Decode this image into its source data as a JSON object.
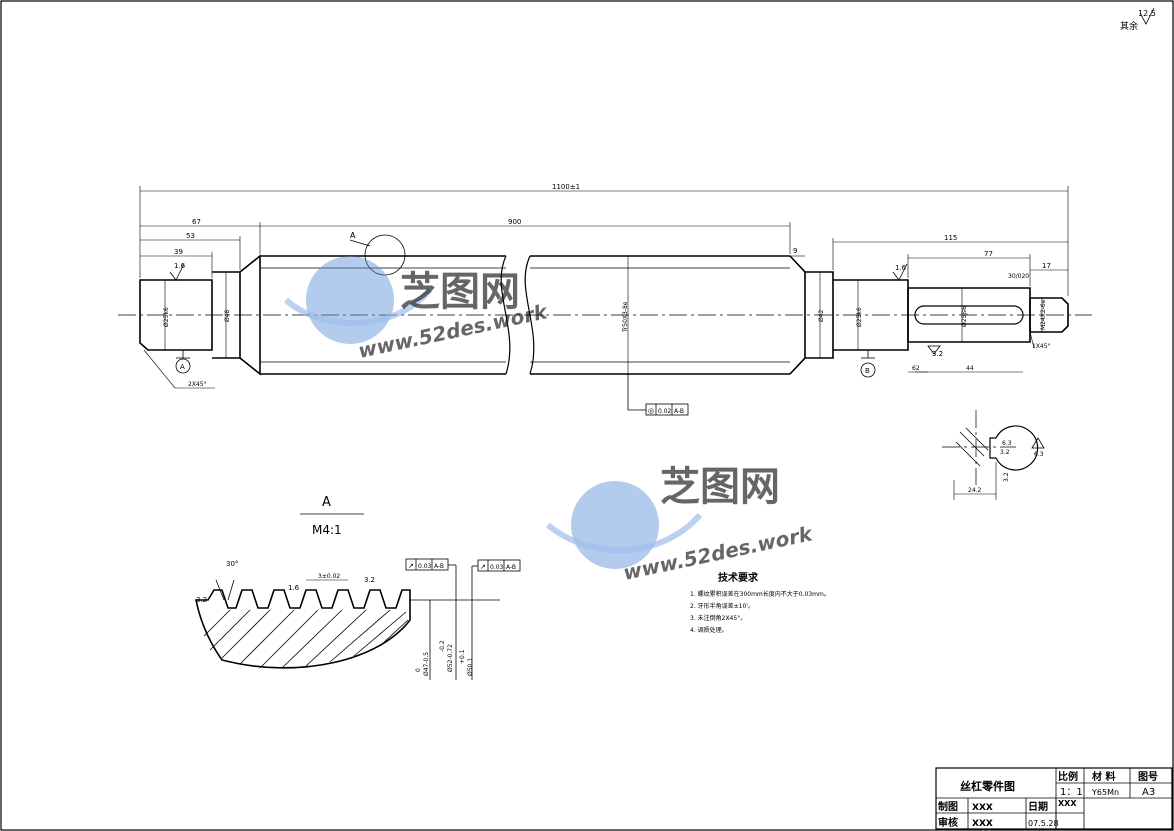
{
  "roughness_note": {
    "value": "12.5",
    "label": "其余"
  },
  "dimensions": {
    "overall": "1100±1",
    "d67": "67",
    "d53": "53",
    "d39": "39",
    "d900": "900",
    "d9": "9",
    "d115": "115",
    "d77": "77",
    "d17": "17",
    "d30": "30/020",
    "d62": "62",
    "d44": "44",
    "chamfer_left": "2X45°",
    "chamfer_right": "1X45°",
    "dia_left1": "Ø25k6",
    "dia_left2": "Ø48",
    "dia_thread": "Tr50X3-8e",
    "dia_right1": "Ø42",
    "dia_right2": "Ø25k6",
    "dia_key": "Ø25js6",
    "thread_right": "M24X2-6e",
    "rough_1": "1.6",
    "rough_2": "1.6",
    "rough_3": "3.2"
  },
  "datums": {
    "a": "A",
    "b": "B"
  },
  "tolerance_main": {
    "sym": "◎",
    "val": "0.02",
    "ref": "A-B"
  },
  "section": {
    "width": "24.2",
    "depth": "3.2",
    "rough": "6.3",
    "rough2": "6.3",
    "key": "3.2"
  },
  "detail": {
    "label": "A",
    "scale": "M4:1",
    "callout": "A",
    "angle": "30°",
    "rough_a": "3.2",
    "rough_b": "1.6",
    "rough_c": "3.2",
    "pitch": "3±0.02",
    "tol1": {
      "sym": "↗",
      "val": "0.03",
      "ref": "A-B"
    },
    "tol2": {
      "sym": "↗",
      "val": "0.03",
      "ref": "A-B"
    },
    "dim1": "Ø47-0.5",
    "dim1b": "0",
    "dim2": "Ø52-0.72",
    "dim2b": "-0.2",
    "dim3": "Ø50.1",
    "dim3b": "+0.1"
  },
  "tech": {
    "title": "技术要求",
    "items": [
      "1. 螺纹累积误差在300mm长度内不大于0.03mm。",
      "2. 牙形半角误差±10'。",
      "3. 未注倒角2X45°。",
      "4. 调质处理。"
    ]
  },
  "watermark": {
    "brand": "芝图网",
    "url": "www.52des.work"
  },
  "title_block": {
    "name": "丝杠零件图",
    "scale_label": "比例",
    "scale_value": "1：1",
    "material_label": "材 料",
    "material_value": "Y65Mn",
    "drawing_no_label": "图号",
    "drawing_no_value": "A3",
    "drawn_label": "制图",
    "drawn_by": "XXX",
    "checked_label": "审核",
    "checked_by": "XXX",
    "date_label": "日期",
    "date_value": "XXX",
    "date2": "07.5.28"
  }
}
